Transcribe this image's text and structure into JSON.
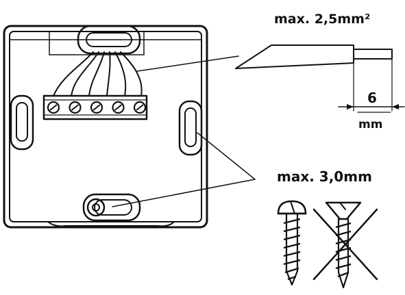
{
  "labels": {
    "wire_cross_section": "max. 2,5mm²",
    "strip_length_value": "6",
    "strip_length_unit": "mm",
    "screw_diameter": "max. 3,0mm"
  },
  "icons": {
    "allowed_screw": "round-head-screw-icon",
    "forbidden_screw": "countersunk-screw-crossed-icon"
  },
  "terminal_block": {
    "screw_count": 5
  },
  "colors": {
    "ink": "#111111",
    "paper": "#ffffff"
  }
}
